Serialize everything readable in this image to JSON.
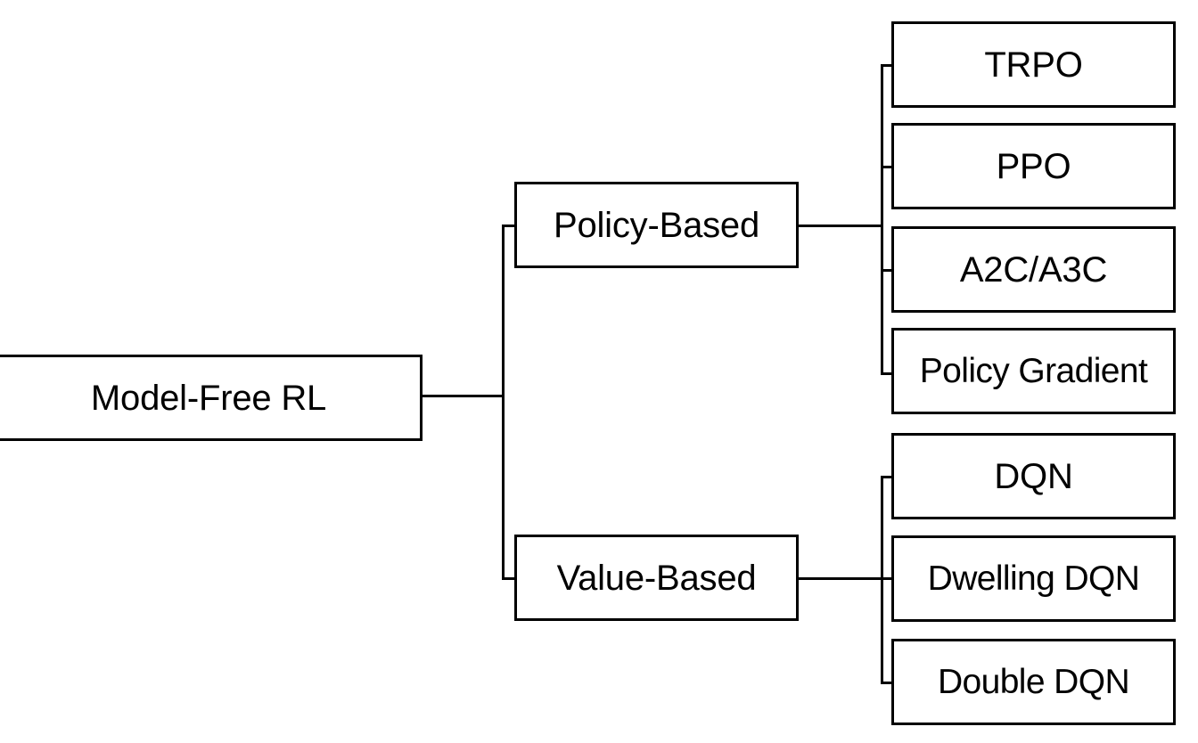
{
  "diagram": {
    "type": "tree-taxonomy",
    "orientation": "left-to-right",
    "background_color": "#ffffff",
    "stroke_color": "#000000",
    "text_color": "#000000",
    "root": {
      "id": "root",
      "label": "Model-Free RL"
    },
    "branches": [
      {
        "id": "policy-based",
        "label": "Policy-Based",
        "children": [
          {
            "id": "trpo",
            "label": "TRPO"
          },
          {
            "id": "ppo",
            "label": "PPO"
          },
          {
            "id": "a2c-a3c",
            "label": "A2C/A3C"
          },
          {
            "id": "policy-gradient",
            "label": "Policy Gradient"
          }
        ]
      },
      {
        "id": "value-based",
        "label": "Value-Based",
        "children": [
          {
            "id": "dqn",
            "label": "DQN"
          },
          {
            "id": "dwelling-dqn",
            "label": "Dwelling DQN"
          },
          {
            "id": "double-dqn",
            "label": "Double DQN"
          }
        ]
      }
    ]
  }
}
